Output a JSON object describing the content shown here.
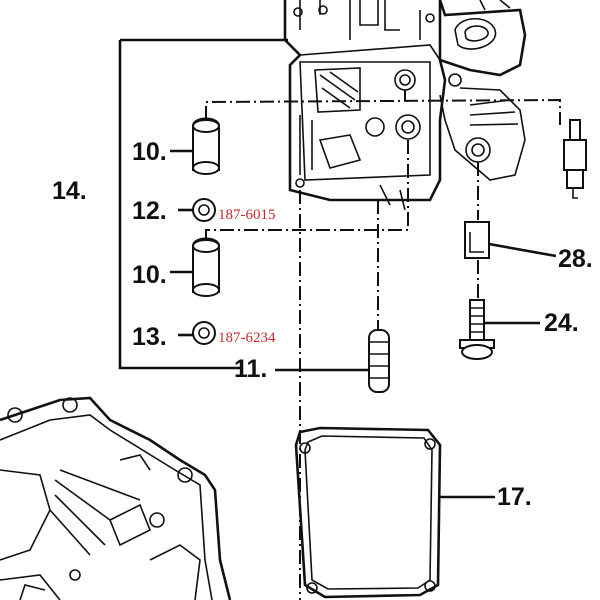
{
  "colors": {
    "ink": "#111111",
    "part_number": "#cc2a2a",
    "background": "#ffffff"
  },
  "callouts": {
    "c14": "14.",
    "c10a": "10.",
    "c12": "12.",
    "c10b": "10.",
    "c13": "13.",
    "c11": "11.",
    "c28": "28.",
    "c24": "24.",
    "c17": "17."
  },
  "part_numbers": {
    "p12": "187-6015",
    "p13": "187-6234"
  }
}
